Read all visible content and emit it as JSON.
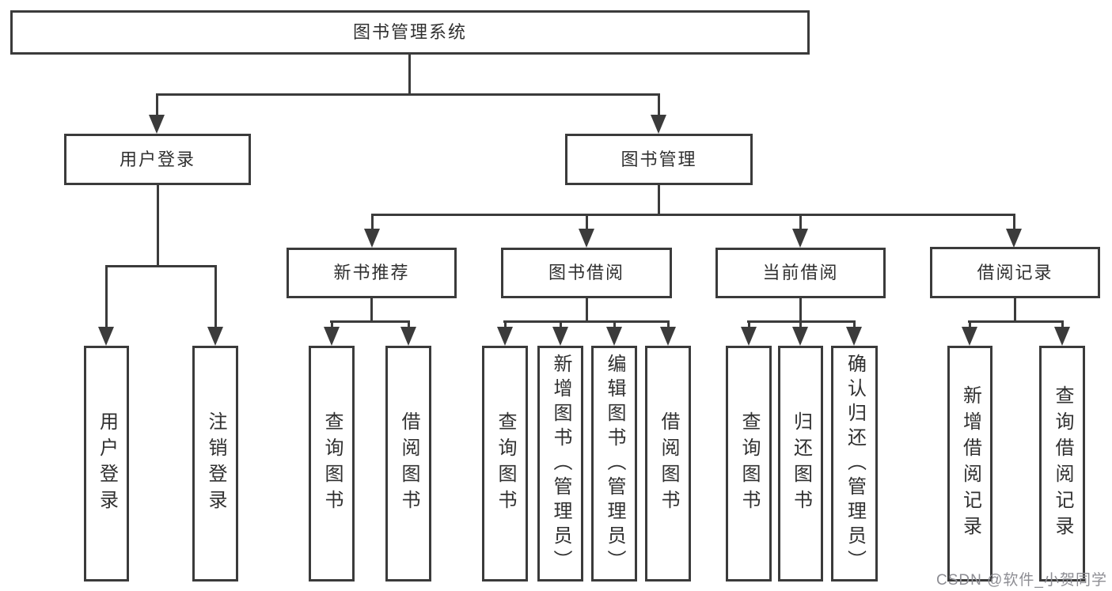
{
  "diagram": {
    "root_label": "图书管理系统",
    "level2": {
      "user_login": "用户登录",
      "book_management": "图书管理"
    },
    "level3": {
      "new_book_recommend": "新书推荐",
      "book_borrow": "图书借阅",
      "current_borrow": "当前借阅",
      "borrow_records": "借阅记录"
    },
    "leaves": {
      "user_login": "用户登录",
      "logout": "注销登录",
      "nb_query_book": "查询图书",
      "nb_borrow_book": "借阅图书",
      "bb_query_book": "查询图书",
      "bb_add_book": "新增图书（管理员）",
      "bb_edit_book": "编辑图书（管理员）",
      "bb_borrow_book": "借阅图书",
      "cb_query_book": "查询图书",
      "cb_return_book": "归还图书",
      "cb_confirm_return": "确认归还（管理员）",
      "br_add_record": "新增借阅记录",
      "br_query_record": "查询借阅记录"
    },
    "watermark": "CSDN @软件_小贺同学",
    "colors": {
      "line": "#3b3b3b",
      "text": "#303030",
      "watermark": "#8d8d93",
      "background": "#ffffff"
    }
  }
}
